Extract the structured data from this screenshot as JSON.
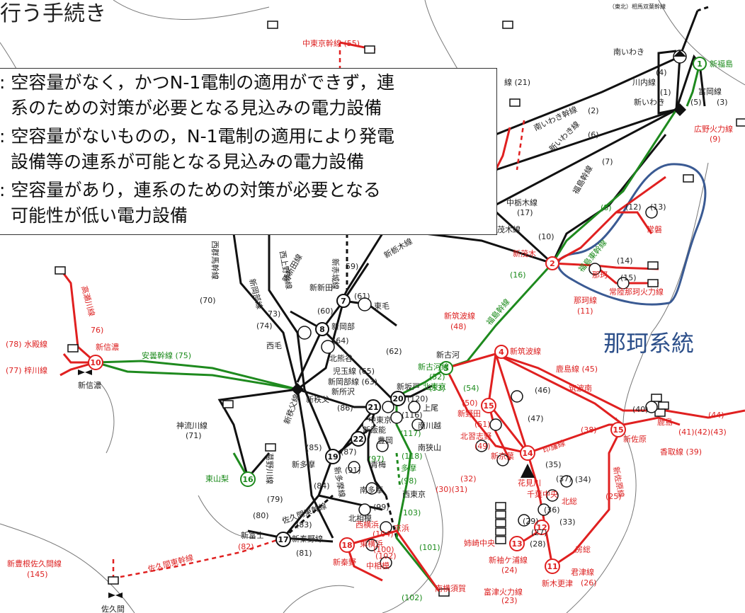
{
  "heading": "行う手続き",
  "legend": {
    "item1_line1": ": 空容量がなく，かつN-1電制の適用ができず，連",
    "item1_line2": "系のための対策が必要となる見込みの電力設備",
    "item2_line1": ": 空容量がないものの，N-1電制の適用により発電",
    "item2_line2": "設備等の連系が可能となる見込みの電力設備",
    "item3_line1": ": 空容量があり，連系のための対策が必要となる",
    "item3_line2": "可能性が低い電力設備"
  },
  "region_label": "那珂系統",
  "colors": {
    "red": "#e02020",
    "green": "#1e8a1e",
    "black": "#111111",
    "region_outline": "#3a5a93"
  },
  "map": {
    "top_note": "（東北）相馬双葉幹線",
    "red_labels": {
      "chutokyo": "中東京幹線 (55)",
      "hirono": "広野火力線",
      "hirono_no": "(9)",
      "hitachinaka": "常陸那珂火力線",
      "naka_line": "那珂線",
      "naka_line_no": "(11)",
      "naka": "那珂",
      "jouban": "常磐",
      "tsukubasen": "新筑波線",
      "tsukubasen_no": "(48)",
      "kashima": "鹿島線 (45)",
      "tsukubanan": "筑波南",
      "kashima_st": "鹿島",
      "kashima_nos": "(41)(42)(43)",
      "katori": "香取線 (39)",
      "shinsawara": "新佐原",
      "shinsawara_line": "新佐原線",
      "inba": "印旛線",
      "no38": "(38)",
      "shinkeiyou": "新京葉",
      "kitanarashino": "北習志野",
      "hanamigawa": "花見川",
      "chiba_chuo": "千葉中央",
      "hokuso": "北総",
      "shinnoda": "新野田",
      "shinnoda_no": "(50)",
      "nos_51_49": "(51)",
      "no49": "(49)",
      "bouso": "房総",
      "kimitsu": "君津線",
      "kimitsu_no": "(26)",
      "futtsu": "富津火力線",
      "futtsu_no": "(23)",
      "shinkisarazu": "新木更津",
      "sodegaura": "新袖ケ浦線",
      "sodegaura_no": "(24)",
      "anegasaki": "姉崎中央",
      "nos_3031": "(30)(31)",
      "no32": "(32)",
      "minamiyokosuka": "南横須賀",
      "nakasagami": "中相模",
      "keihin": "京浜",
      "nishiyokohama": "西横浜",
      "higashiyokohama": "東横浜",
      "shinhadano": "新秦野",
      "no104": "(104)",
      "no102": "(102)",
      "no100": "(100)",
      "sakuhigashi": "佐久間東幹線",
      "sakuhigashi_no": "(82)",
      "shintoyone": "新豊根佐久間線",
      "shintoyone_no": "(145)",
      "takase": "高瀬川線",
      "no76": "76)",
      "mizunashi": "(78) 水殿線",
      "azumagawa": "(77) 梓川線",
      "shinshinano": "新信濃",
      "no44": "(44)",
      "no25": "(25)"
    },
    "green_labels": {
      "shinfukushima": "新福島",
      "fukushima_tohoku": "福島東幹線",
      "no8": "(8)",
      "fukushima_kan": "福島幹線",
      "no16": "(16)",
      "azumino": "安曇幹線 (75)",
      "shinkoga_line": "新古河線",
      "no52": "(52)",
      "no53": "(53)",
      "no54": "(54)",
      "kitatokyo": "北東京",
      "tama": "多摩",
      "no117": "(117)",
      "no118": "(118)",
      "no98": "(98)",
      "no103": "103)",
      "no101": "(101)",
      "no102g": "(102)",
      "higashiyamanashi": "東山梨",
      "no97": "(97)"
    },
    "black_labels": {
      "minamiiwaki": "南いわき",
      "shiniwaki": "新いわき",
      "kawauchi": "川内線",
      "tomioka": "富岡線",
      "no4": "(4)",
      "no1": "(1)",
      "no5": "(5)",
      "no3": "(3)",
      "no2": "(2)",
      "no6": "(6)",
      "no7": "(7)",
      "minamiiwaki_kan": "南いわき幹線",
      "shiniwaki_line": "新いわき線",
      "fukushima_kan_b": "福島幹線",
      "nakatochigi": "中栃木線",
      "no17b": "(17)",
      "no10": "(10)",
      "moteki_line": "茂木線",
      "shinmoteki": "新茂木",
      "no21": "線 (21)",
      "no59": "59)",
      "no61": "(61)",
      "touge": "東毛",
      "shintochigi": "新栃木線",
      "shinakagi": "新赤城線",
      "nishiueno": "西上野幹線",
      "nishigunma": "西群馬幹線",
      "shinnitta": "新新田",
      "shinnitta_line": "新新田線",
      "no60": "(60)",
      "shinoka_line": "新岡部線",
      "shinoka": "新岡部",
      "no73": "73)",
      "no74": "(74)",
      "no64": "(64)",
      "seimo": "西毛",
      "kitakumagaya": "北熊谷",
      "kodama": "児玉線 (65)",
      "shinoka_line2": "新岡部線 (63)",
      "no62": "(62)",
      "no70": "(70)",
      "shinchichibu": "新秩父",
      "shinchichibu_line": "新秩父線",
      "shintokorozawa": "新所沢",
      "no86": "(86)",
      "shinkoga": "新古河",
      "shinsakado": "新坂戸",
      "no120": "(120)",
      "no116": "(116)",
      "ageo": "上尾",
      "minamikawagoe": "南川越",
      "chutokyo_b": "中東京",
      "shinhanno": "新飯能",
      "toyooka": "豊岡",
      "minamisayama": "南狭山",
      "oume": "青梅",
      "no85": "(85)",
      "no87": "(87)",
      "shintama": "新多摩",
      "no91": "(91)",
      "minamitama": "南多摩",
      "no84": "(84)",
      "shintama_line": "新多摩線",
      "nishitokyo": "西東京",
      "no99": "(99)",
      "kitasagami": "北相模",
      "no83": "(83)",
      "kanagawa": "神流川線",
      "no71": "(71)",
      "kazuno": "葛野川線",
      "no79": "(79)",
      "no80": "(80)",
      "sakuhigashi_b": "佐久間東幹線",
      "shinfuji": "新富士",
      "shinhadano_line": "新秦野線",
      "no81": "(81)",
      "sakuma": "佐久間",
      "no12": "(12)",
      "no13": "(13)",
      "no14": "(14)",
      "no15": "(15)",
      "no40": "(40)",
      "no46": "(46)",
      "no47": "(47)",
      "no33": "(33)",
      "no34": "(34)",
      "no35": "(35)",
      "no36": "(36)",
      "no37": "(37)",
      "no27": "(27)",
      "no28": "(28)",
      "no29": "(29)"
    },
    "node_numbers": {
      "n1": "1",
      "n2": "2",
      "n4": "4",
      "n5": "5",
      "n7": "7",
      "n8": "8",
      "n10": "10",
      "n11": "11",
      "n12": "12",
      "n13": "13",
      "n14": "14",
      "n15": "15",
      "n16": "16",
      "n17": "17",
      "n18": "18",
      "n19": "19",
      "n20": "20",
      "n21": "21",
      "n22": "22"
    }
  }
}
